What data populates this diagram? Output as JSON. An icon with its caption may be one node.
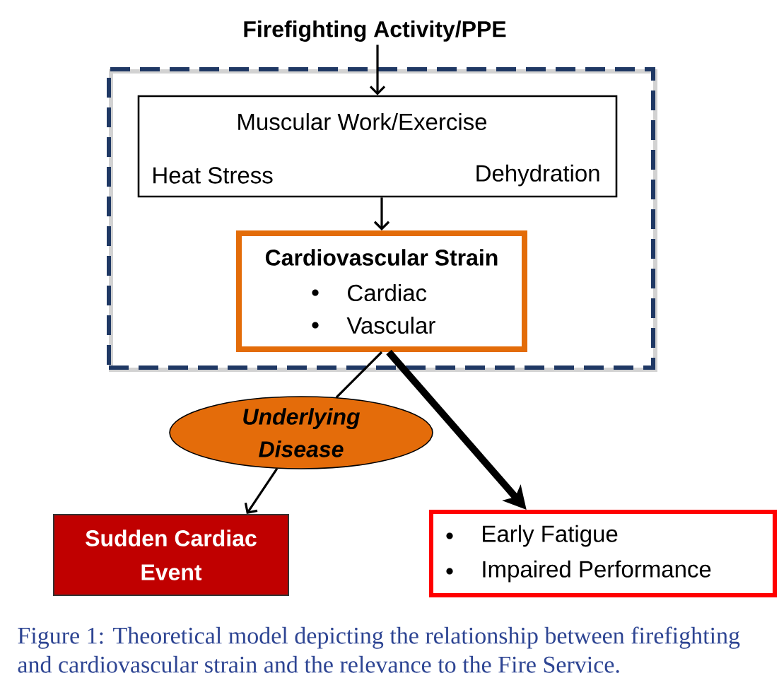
{
  "diagram": {
    "caption": "Figure 1: Theoretical model depicting the relationship between firefighting and cardiovascular strain and the relevance to the Fire Service.",
    "nodes": [
      {
        "text": [
          "Firefighting Activity/PPE"
        ]
      },
      {
        "text": [],
        "shape": "box"
      },
      {
        "text": [
          "Muscular Work/Exercise",
          "Heat Stress",
          "Dehydration"
        ],
        "in": 1
      },
      {
        "text": [
          "Cardiovascular Strain",
          "Cardiac",
          "Vascular"
        ],
        "in": 1
      },
      {
        "text": [
          "Underlying Disease"
        ]
      },
      {
        "text": [
          "Sudden Cardiac Event"
        ]
      },
      {
        "text": [
          "Early Fatigue",
          "Impaired Performance"
        ]
      }
    ],
    "edges": [
      {
        "from": 0,
        "to": 2,
        "arrow": "to"
      },
      {
        "from": 2,
        "to": 3,
        "arrow": "to"
      },
      {
        "from": 3,
        "to": 4,
        "arrow": "none"
      },
      {
        "from": 4,
        "to": 5,
        "arrow": "to"
      },
      {
        "from": 3,
        "to": 6,
        "arrow": "to",
        "style": "thick"
      }
    ]
  }
}
